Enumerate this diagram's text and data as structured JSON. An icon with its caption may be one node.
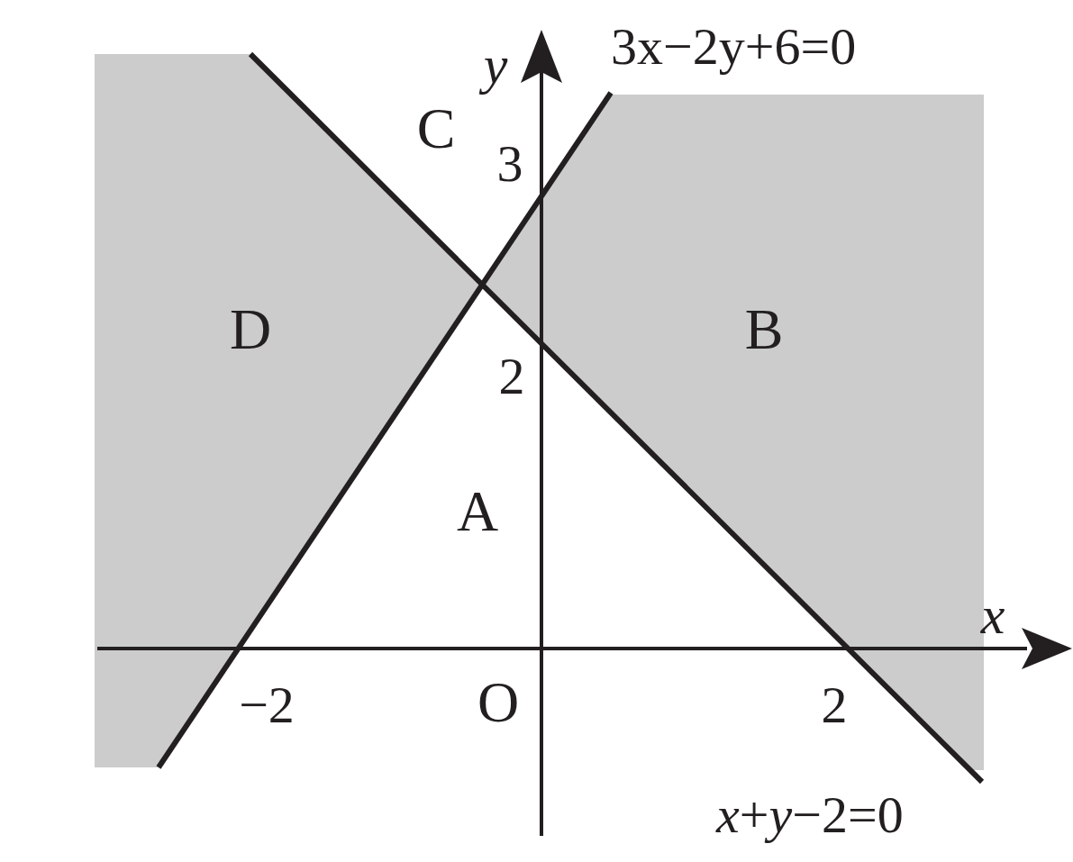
{
  "diagram": {
    "labels": [
      "*y*",
      "3x−2y+6=0",
      "C",
      "3",
      "D",
      "B",
      "2",
      "A",
      "*x*",
      "−2",
      "O",
      "2",
      "*x*+*y*−2=0"
    ]
  }
}
